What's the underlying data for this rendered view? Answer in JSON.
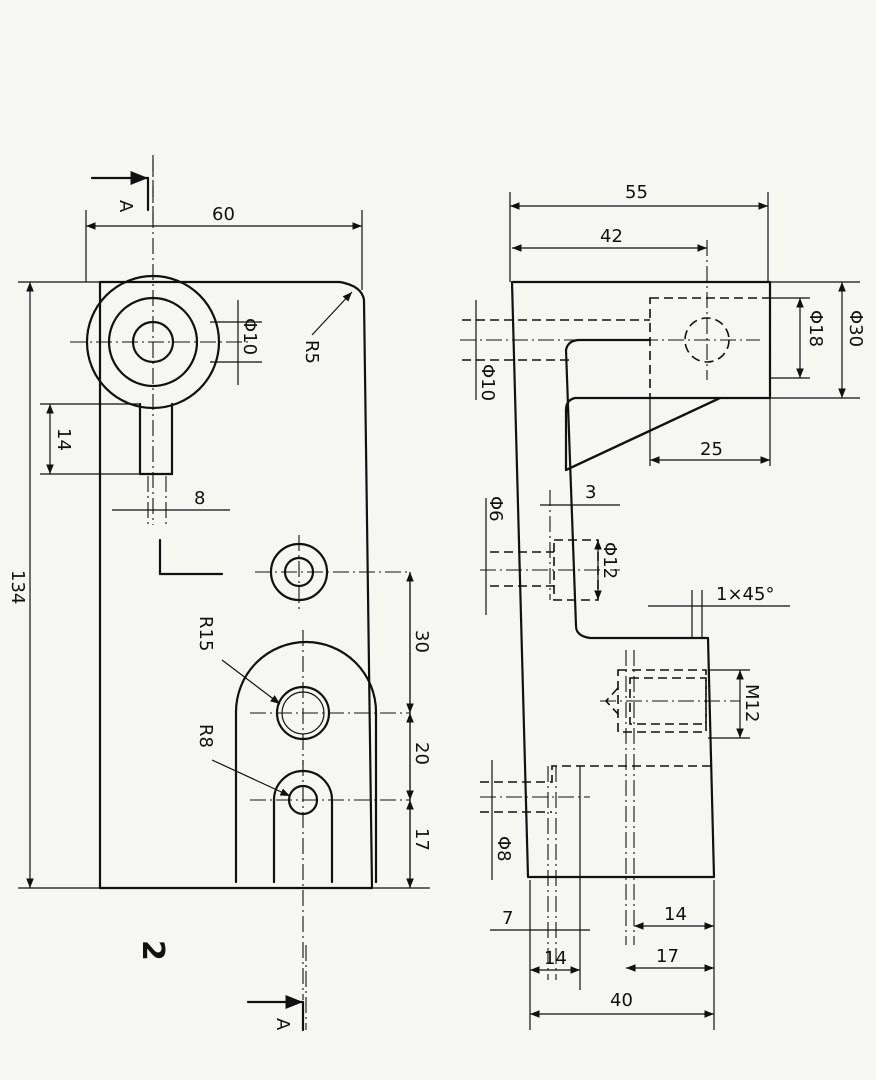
{
  "figure_number": "2",
  "section_label": "A",
  "front_view": {
    "width": "60",
    "height": "134",
    "corner_radius": "R5",
    "bore_diameter": "Φ10",
    "slot_length": "14",
    "slot_offset": "8",
    "boss_radius": "R15",
    "slot_end_radius": "R8",
    "spacing_1": "30",
    "spacing_2": "20",
    "spacing_3": "17"
  },
  "side_view": {
    "overall_width": "55",
    "head_offset": "42",
    "head_outer_diameter": "Φ30",
    "head_inner_diameter": "Φ18",
    "head_width": "25",
    "pin_diameter": "Φ10",
    "hole_diameter": "Φ6",
    "wall": "3",
    "counterbore_diameter": "Φ12",
    "chamfer": "1×45°",
    "thread": "M12",
    "small_hole_diameter": "Φ8",
    "dim_7": "7",
    "dim_14_left": "14",
    "dim_14_right": "14",
    "dim_17": "17",
    "base_width": "40"
  }
}
